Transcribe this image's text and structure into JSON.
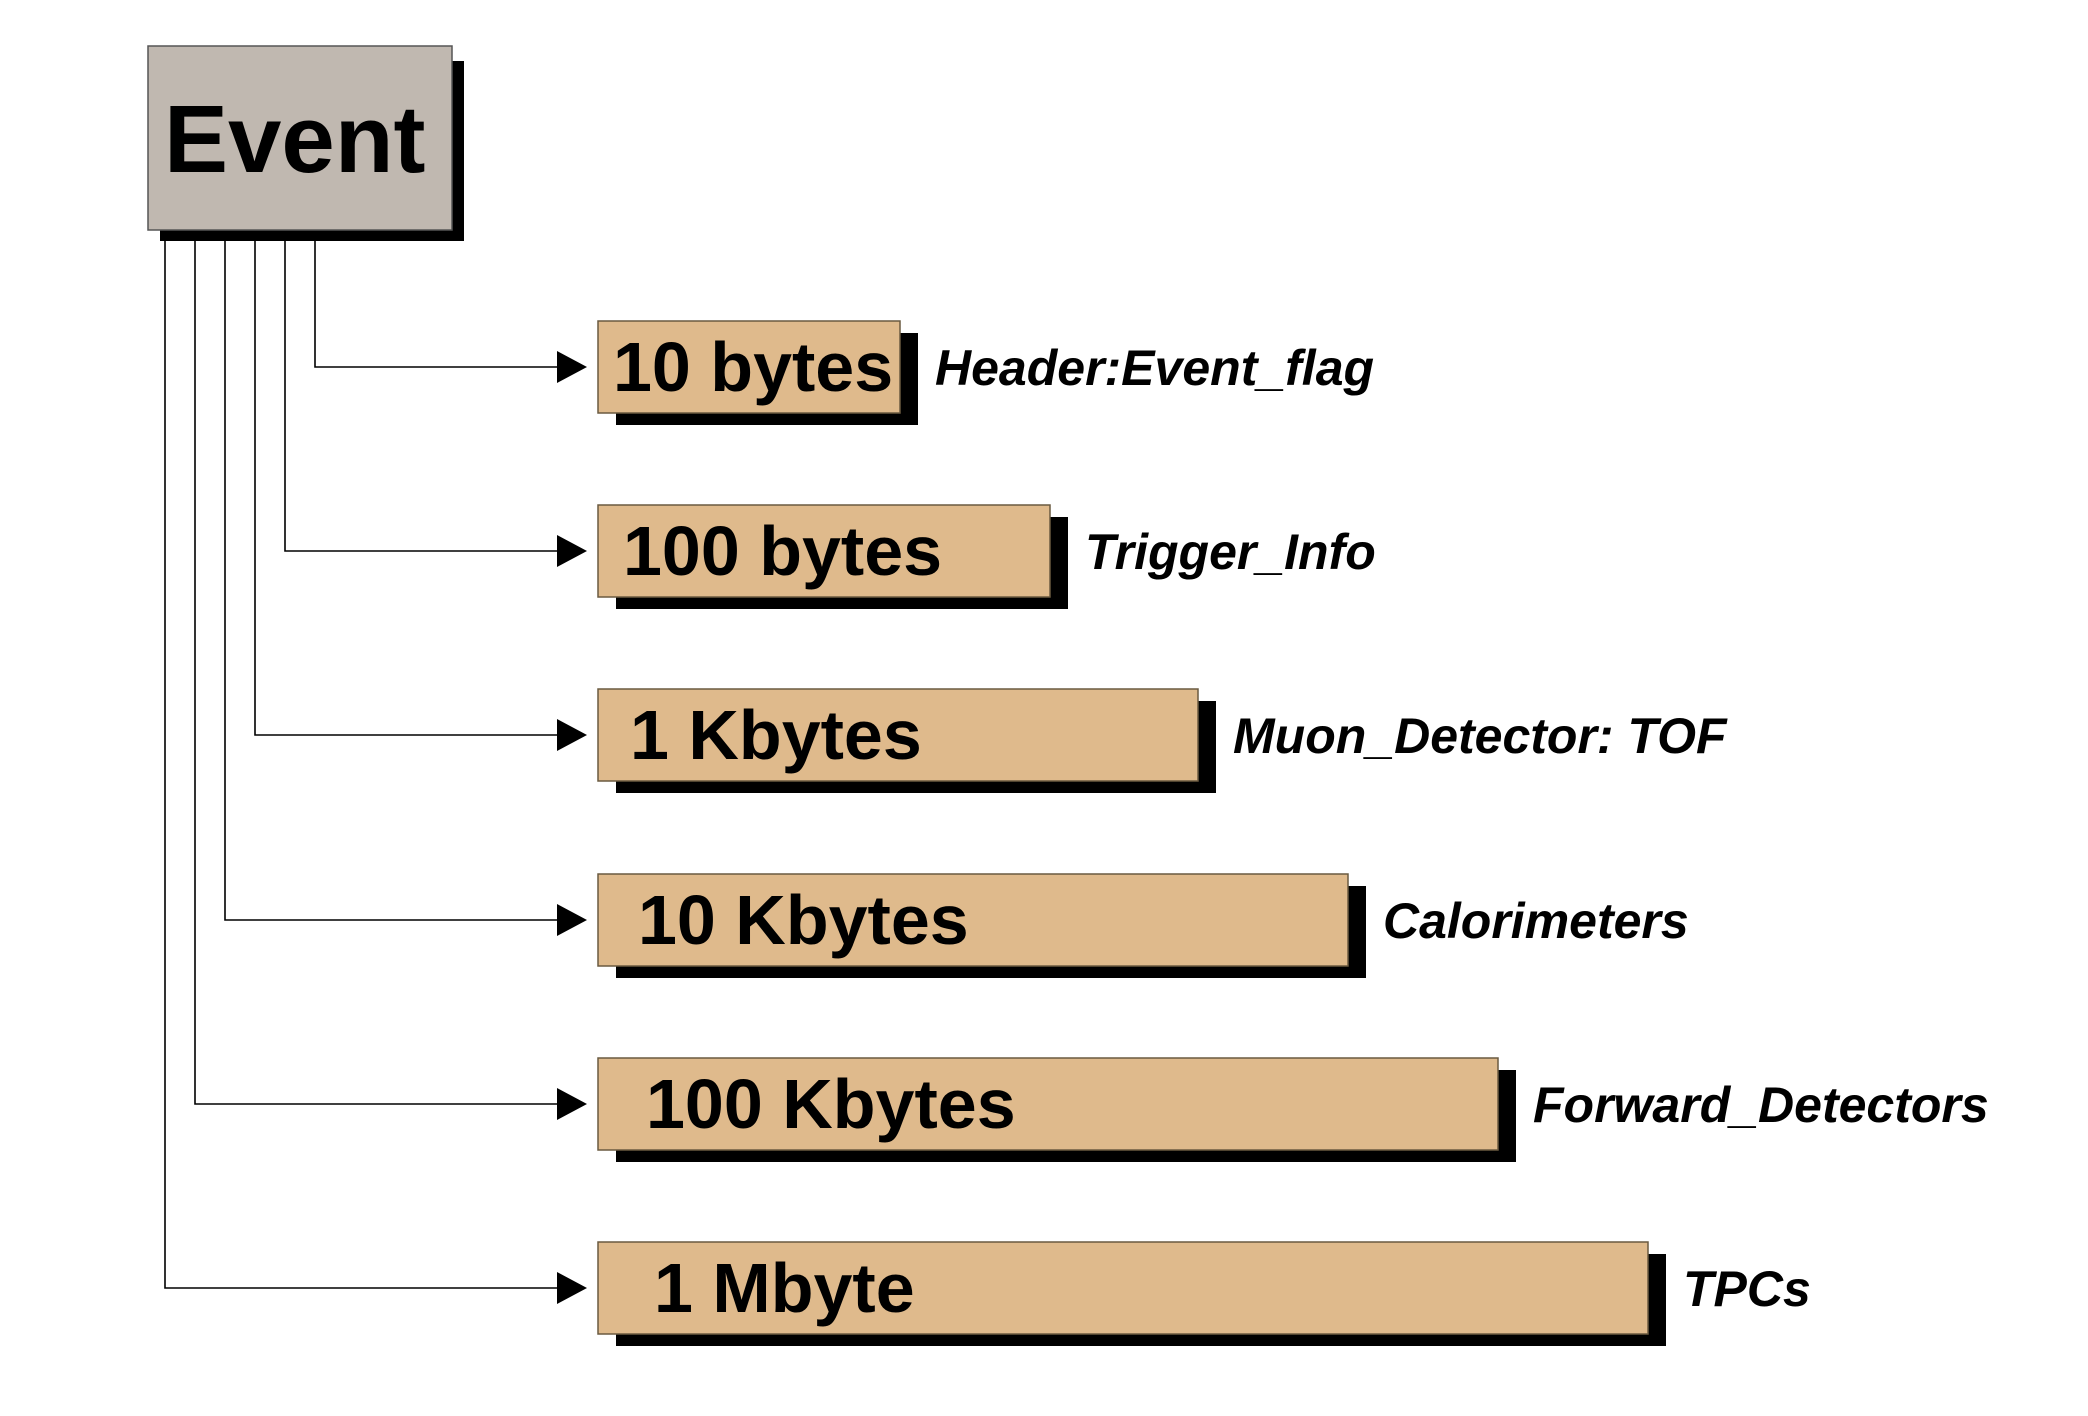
{
  "root": {
    "label": "Event",
    "fill": "#c0b8b0"
  },
  "branch_fill": "#dfba8c",
  "shadow_color": "#000000",
  "line_color": "#000000",
  "branches": [
    {
      "size": "10 bytes",
      "description": "Header:Event_flag"
    },
    {
      "size": "100 bytes",
      "description": "Trigger_Info"
    },
    {
      "size": "1 Kbytes",
      "description": "Muon_Detector: TOF"
    },
    {
      "size": "10 Kbytes",
      "description": "Calorimeters"
    },
    {
      "size": "100 Kbytes",
      "description": "Forward_Detectors"
    },
    {
      "size": "1 Mbyte",
      "description": "TPCs"
    }
  ]
}
